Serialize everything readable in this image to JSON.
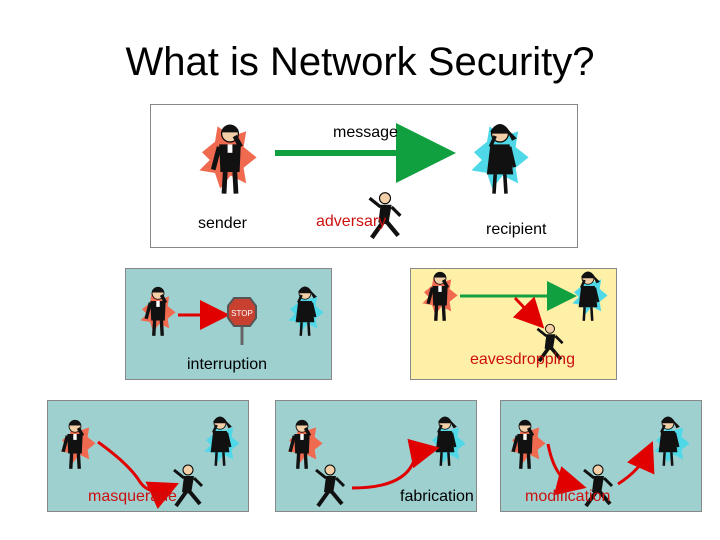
{
  "title": "What is Network Security?",
  "main": {
    "message_label": "message",
    "sender_label": "sender",
    "adversary_label": "adversary",
    "recipient_label": "recipient"
  },
  "attacks": {
    "interruption": "interruption",
    "eavesdropping": "eavesdropping",
    "masquerade": "masquerade",
    "fabrication": "fabrication",
    "modification": "modification"
  },
  "colors": {
    "splat_sender": "#f06a50",
    "splat_recipient": "#4fd8e8",
    "panel_bg": "#9fd0d0",
    "panel2_bg": "#fff0a8",
    "green_arrow": "#10a040",
    "red_arrow": "#e00000",
    "label_red": "#cc1010"
  }
}
